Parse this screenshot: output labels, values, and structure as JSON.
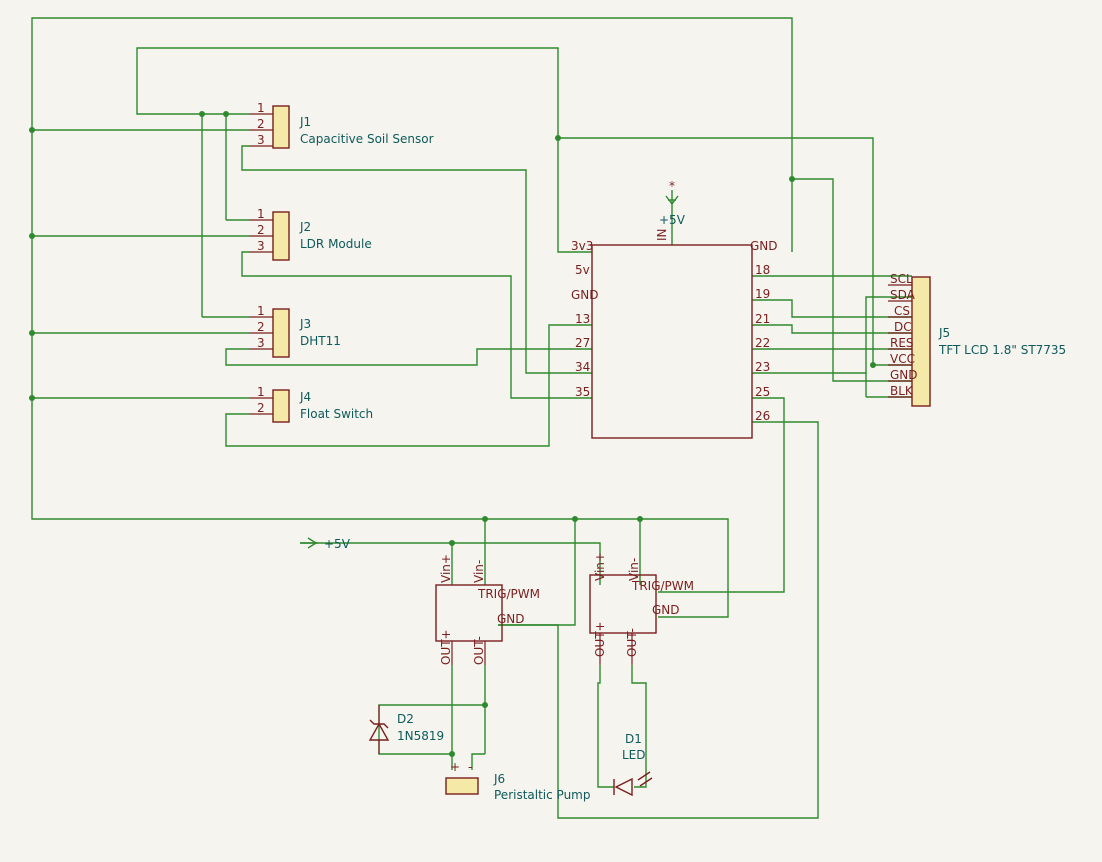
{
  "components": {
    "j1": {
      "ref": "J1",
      "value": "Capacitive Soil Sensor",
      "pins": [
        "1",
        "2",
        "3"
      ]
    },
    "j2": {
      "ref": "J2",
      "value": "LDR Module",
      "pins": [
        "1",
        "2",
        "3"
      ]
    },
    "j3": {
      "ref": "J3",
      "value": "DHT11",
      "pins": [
        "1",
        "2",
        "3"
      ]
    },
    "j4": {
      "ref": "J4",
      "value": "Float Switch",
      "pins": [
        "1",
        "2"
      ]
    },
    "j5": {
      "ref": "J5",
      "value": "TFT LCD 1.8\" ST7735",
      "pins": [
        "SCL",
        "SDA",
        "CS",
        "DC",
        "RES",
        "VCC",
        "GND",
        "BLK"
      ]
    },
    "j6": {
      "ref": "J6",
      "value": "Peristaltic Pump",
      "plus": "+",
      "minus": "-"
    },
    "d1": {
      "ref": "D1",
      "value": "LED"
    },
    "d2": {
      "ref": "D2",
      "value": "1N5819"
    },
    "mcu": {
      "top_pin": "IN",
      "left_pins": [
        {
          "name": "3v3",
          "num": ""
        },
        {
          "name": "5v",
          "num": ""
        },
        {
          "name": "GND",
          "num": ""
        },
        {
          "name": "",
          "num": "13"
        },
        {
          "name": "",
          "num": "27"
        },
        {
          "name": "",
          "num": "34"
        },
        {
          "name": "",
          "num": "35"
        }
      ],
      "right_pins": [
        {
          "name": "GND",
          "num": ""
        },
        {
          "name": "",
          "num": "18"
        },
        {
          "name": "",
          "num": "19"
        },
        {
          "name": "",
          "num": "21"
        },
        {
          "name": "",
          "num": "22"
        },
        {
          "name": "",
          "num": "23"
        },
        {
          "name": "",
          "num": "25"
        },
        {
          "name": "",
          "num": "26"
        }
      ]
    },
    "driver1": {
      "vin_plus": "Vin+",
      "vin_minus": "Vin-",
      "trig": "TRIG/PWM",
      "gnd": "GND",
      "out_plus": "OUT+",
      "out_minus": "OUT-"
    },
    "driver2": {
      "vin_plus": "Vin+",
      "vin_minus": "Vin-",
      "trig": "TRIG/PWM",
      "gnd": "GND",
      "out_plus": "OUT+",
      "out_minus": "OUT-"
    }
  },
  "power": {
    "top_5v": "+5V",
    "rail_5v": "+5V"
  },
  "colors": {
    "wire": "#2f8a2f",
    "component": "#7a1e1e",
    "label": "#0e5a5a",
    "connector_fill": "#f4e9a6",
    "background": "#f5f4ef"
  }
}
